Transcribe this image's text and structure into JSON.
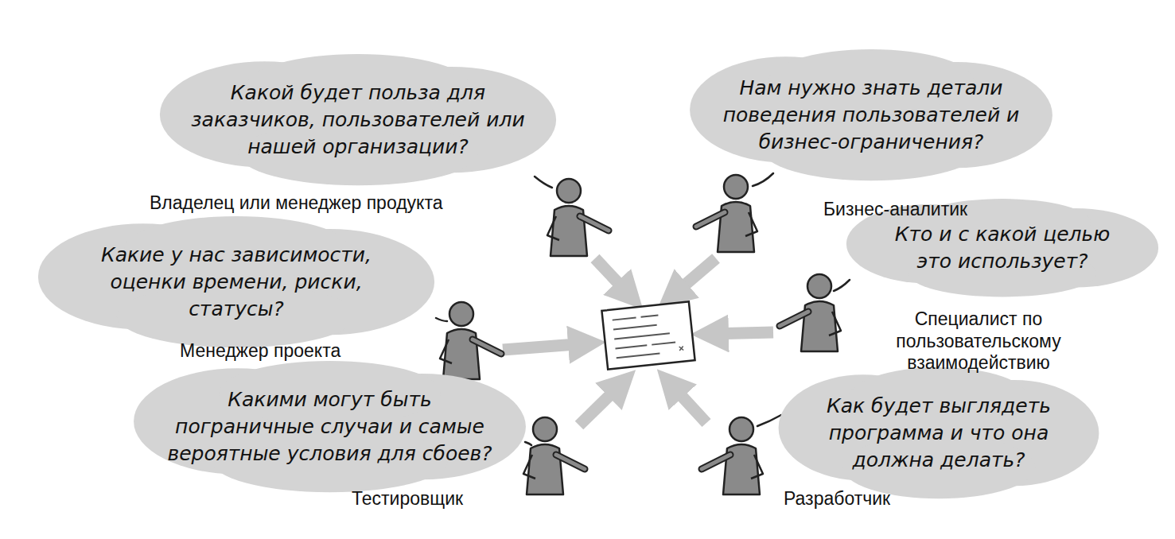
{
  "diagram": {
    "nodes": [
      {
        "text": [
          "Какой будет польза для заказчиков, пользователей или нашей организации?"
        ]
      },
      {
        "text": [
          "Нам нужно знать детали поведения пользователей и бизнес-ограничения?"
        ]
      },
      {
        "text": [
          "Какие у нас зависимости, оценки времени, риски, статусы?"
        ]
      },
      {
        "text": [
          "Кто и с какой целью это использует?"
        ]
      },
      {
        "text": [
          "Какими могут быть пограничные случаи и самые вероятные условия для сбоев?"
        ]
      },
      {
        "text": [
          "Как будет выглядеть программа и что она должна делать?"
        ]
      }
    ],
    "labels": [
      "Владелец или менеджер продукта",
      "Бизнес-аналитик",
      "Менеджер проекта",
      "Специалист по пользовательскому взаимодействию",
      "Тестировщик",
      "Разработчик"
    ]
  }
}
